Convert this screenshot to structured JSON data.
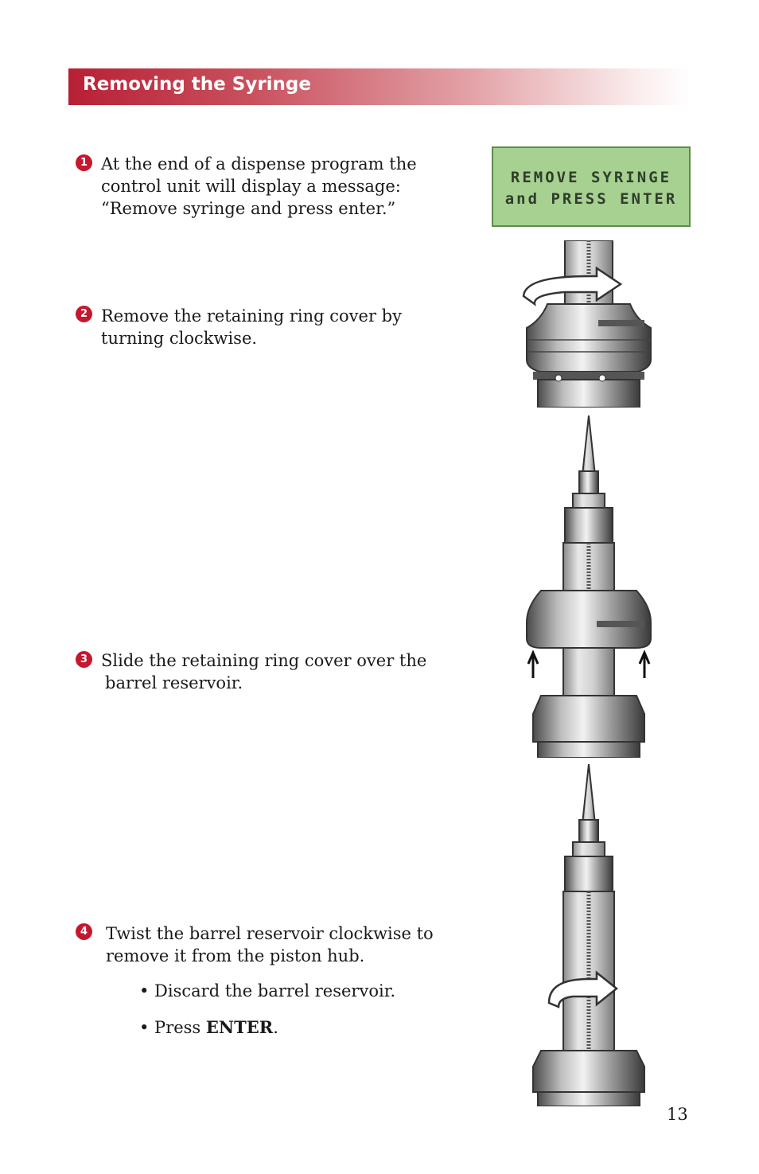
{
  "header": {
    "title": "Removing the Syringe"
  },
  "steps": [
    {
      "number": "1",
      "lines": [
        "At the end of a dispense program the",
        "control unit will display a message:",
        "“Remove syringe and press enter.”"
      ]
    },
    {
      "number": "2",
      "lines": [
        "Remove the retaining ring cover by",
        "turning clockwise."
      ]
    },
    {
      "number": "3",
      "lines": [
        "Slide the retaining ring cover over the",
        "barrel reservoir."
      ]
    },
    {
      "number": "4",
      "lines": [
        "Twist the barrel reservoir clockwise to",
        "remove it from the piston hub."
      ]
    }
  ],
  "bullets": {
    "discard": "• Discard the barrel reservoir.",
    "press_prefix": "• Press ",
    "press_key": "ENTER",
    "press_suffix": "."
  },
  "display": {
    "line1": "REMOVE SYRINGE",
    "line2": "and PRESS ENTER"
  },
  "colors": {
    "accent": "#c4182f",
    "lcd_bg": "#a6d191"
  },
  "page_number": "13"
}
